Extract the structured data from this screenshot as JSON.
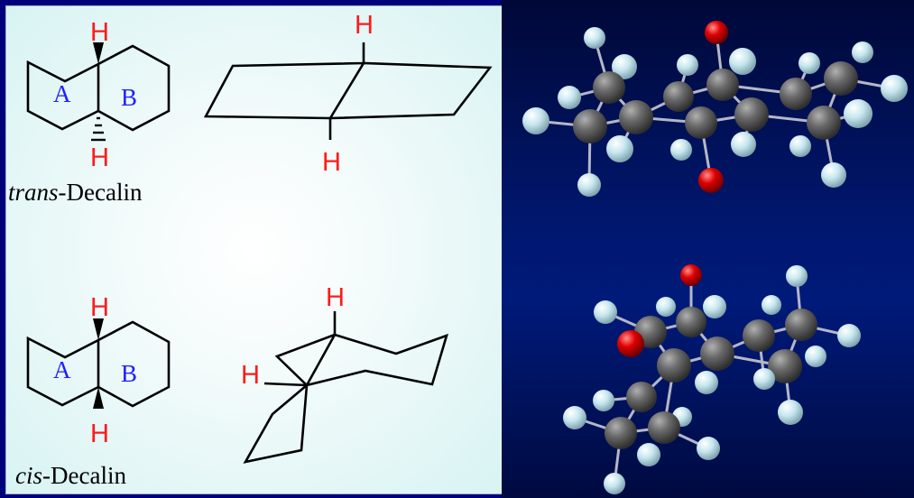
{
  "trans": {
    "prefix": "trans",
    "suffix": "-Decalin",
    "ring_a": "A",
    "ring_b": "B",
    "h_top": "H",
    "h_bottom": "H",
    "chair_h_top": "H",
    "chair_h_bottom": "H"
  },
  "cis": {
    "prefix": "cis",
    "suffix": "-Decalin",
    "ring_a": "A",
    "ring_b": "B",
    "h_top": "H",
    "h_bottom": "H",
    "chair_h_top": "H",
    "chair_h_left": "H"
  },
  "colors": {
    "hydrogen_label": "#ff1a1a",
    "ring_label": "#2020ff",
    "background": "#00007a",
    "carbon_atom": "#5a5a5a",
    "hydrogen_atom": "#c6e6ee",
    "oxygen_atom": "#e00000"
  }
}
